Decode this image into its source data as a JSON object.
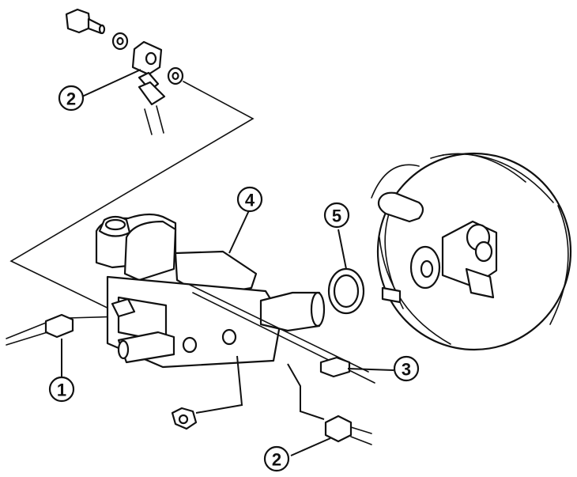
{
  "callouts": {
    "c1": "1",
    "c2_top": "2",
    "c2_bottom": "2",
    "c3": "3",
    "c4": "4",
    "c5": "5"
  }
}
